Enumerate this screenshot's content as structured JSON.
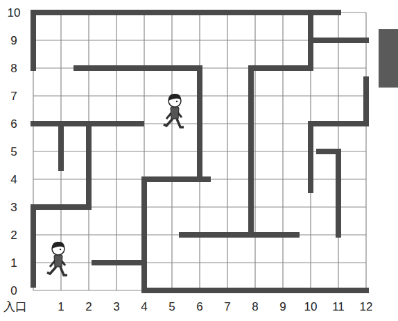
{
  "diagram": {
    "labels": [
      "10",
      "9",
      "8",
      "7",
      "6",
      "5",
      "4",
      "3",
      "2",
      "1",
      "0",
      "入口",
      "1",
      "2",
      "3",
      "4",
      "5",
      "6",
      "7",
      "8",
      "9",
      "10",
      "11",
      "12"
    ]
  }
}
